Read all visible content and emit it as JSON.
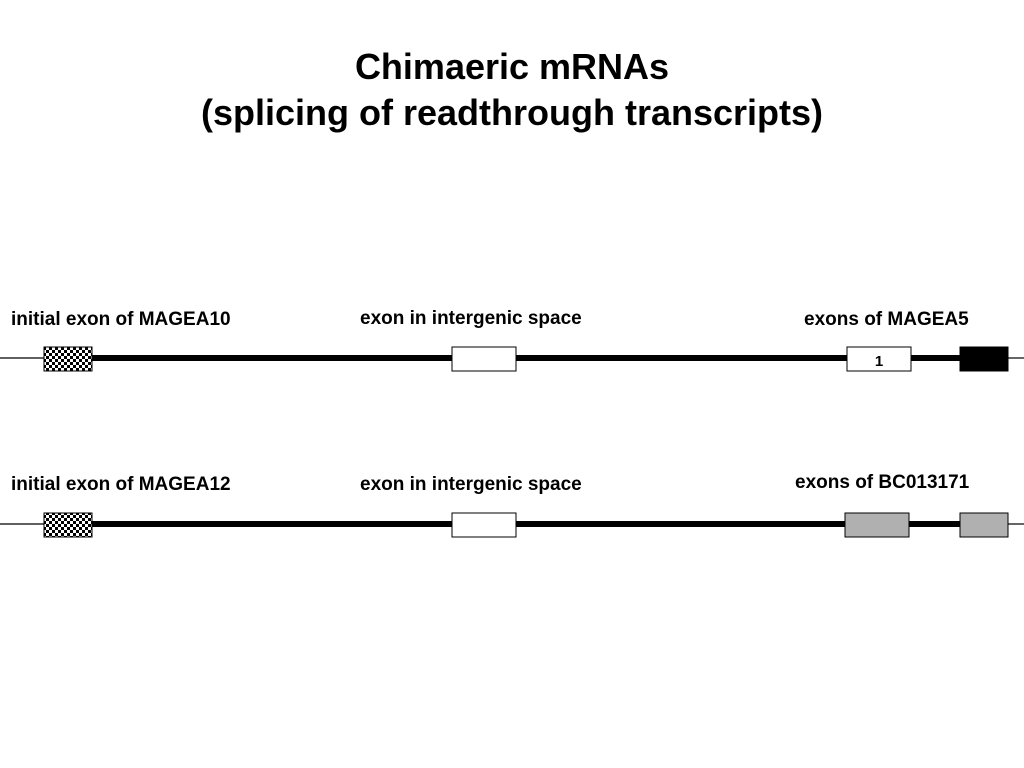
{
  "title": {
    "line1": "Chimaeric mRNAs",
    "line2": "(splicing of readthrough transcripts)"
  },
  "rows": [
    {
      "left_label": "initial exon of MAGEA10",
      "middle_label": "exon in intergenic space",
      "right_label": "exons of MAGEA5",
      "exon_number": "1"
    },
    {
      "left_label": "initial exon of MAGEA12",
      "middle_label": "exon in intergenic space",
      "right_label": "exons of BC013171"
    }
  ],
  "colors": {
    "line": "#000000",
    "exon_open": "#ffffff",
    "exon_black": "#000000",
    "exon_grey": "#b0b0b0"
  }
}
